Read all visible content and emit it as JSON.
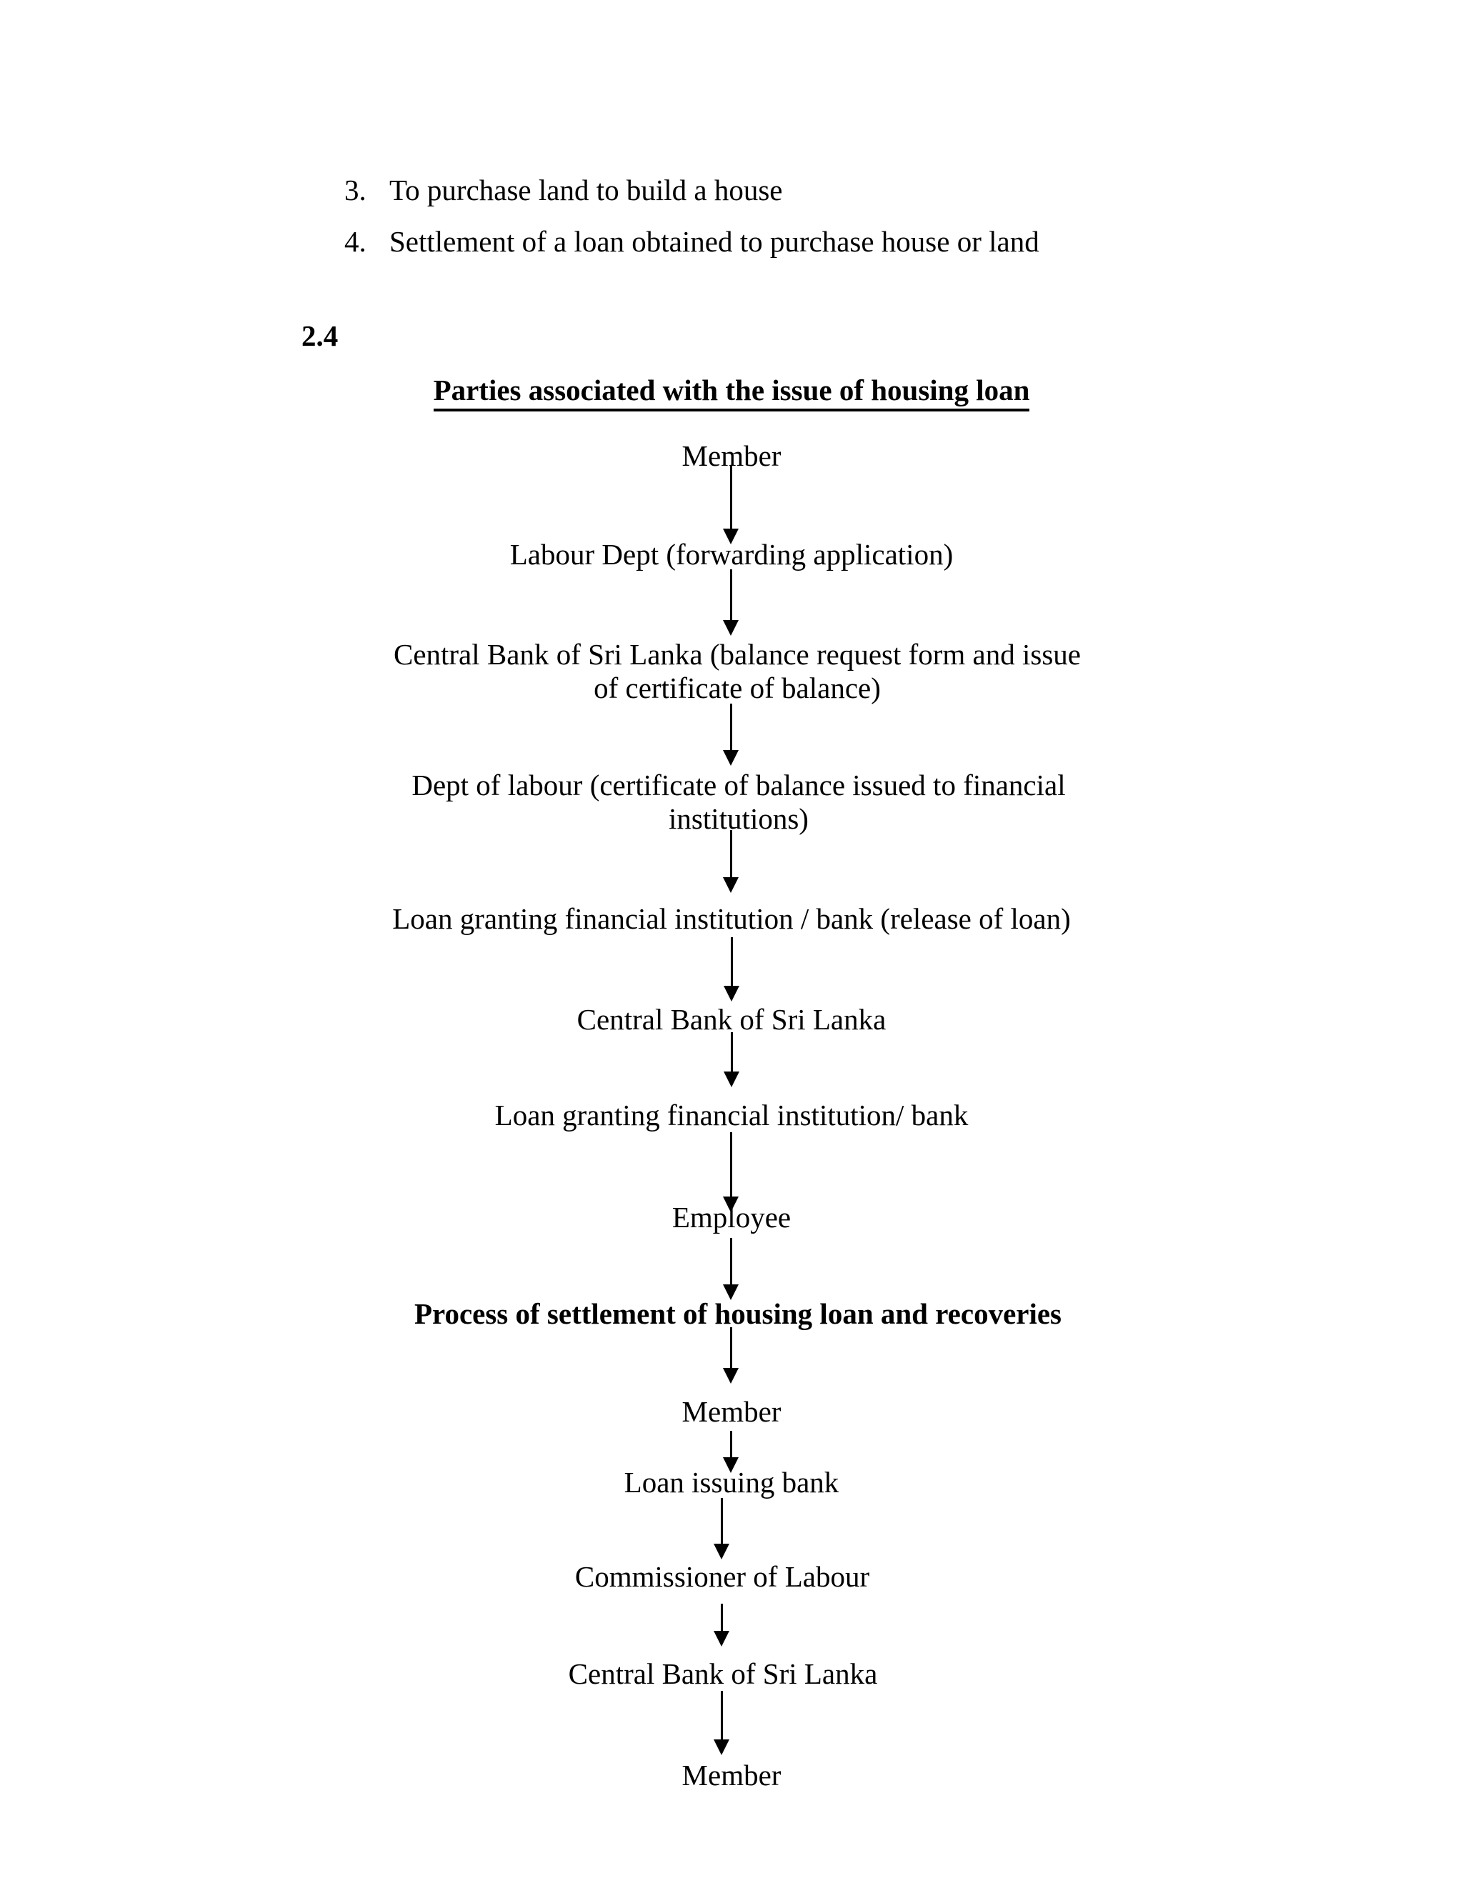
{
  "page": {
    "background": "#ffffff",
    "text_color": "#000000",
    "list_items": [
      {
        "number": "3.",
        "text": "To purchase land to build a house"
      },
      {
        "number": "4.",
        "text": "Settlement of a loan obtained to purchase house or land"
      }
    ],
    "section_number": "2.4",
    "diagram": {
      "title": "Parties associated with the issue of housing loan",
      "icons": {
        "down_arrow": "▼"
      },
      "nodes": [
        {
          "lines": [
            "Member"
          ]
        },
        {
          "lines": [
            "Labour Dept (forwarding application)"
          ]
        },
        {
          "lines": [
            "Central Bank of Sri Lanka (balance request form and issue",
            "of certificate of balance)"
          ]
        },
        {
          "lines": [
            "Dept of labour (certificate of balance issued to financial",
            "institutions)"
          ]
        },
        {
          "lines": [
            "Loan granting financial institution / bank (release of loan)"
          ]
        },
        {
          "lines": [
            "Central Bank of Sri Lanka"
          ]
        },
        {
          "lines": [
            "Loan granting financial institution/ bank"
          ]
        },
        {
          "lines": [
            "Employee"
          ]
        },
        {
          "lines": [
            "Process of settlement of housing loan and recoveries"
          ],
          "style": "bold"
        },
        {
          "lines": [
            "Member"
          ]
        },
        {
          "lines": [
            "Loan issuing bank"
          ]
        },
        {
          "lines": [
            "Commissioner of Labour"
          ]
        },
        {
          "lines": [
            "Central Bank of Sri Lanka"
          ]
        },
        {
          "lines": [
            "Member"
          ]
        }
      ]
    }
  }
}
